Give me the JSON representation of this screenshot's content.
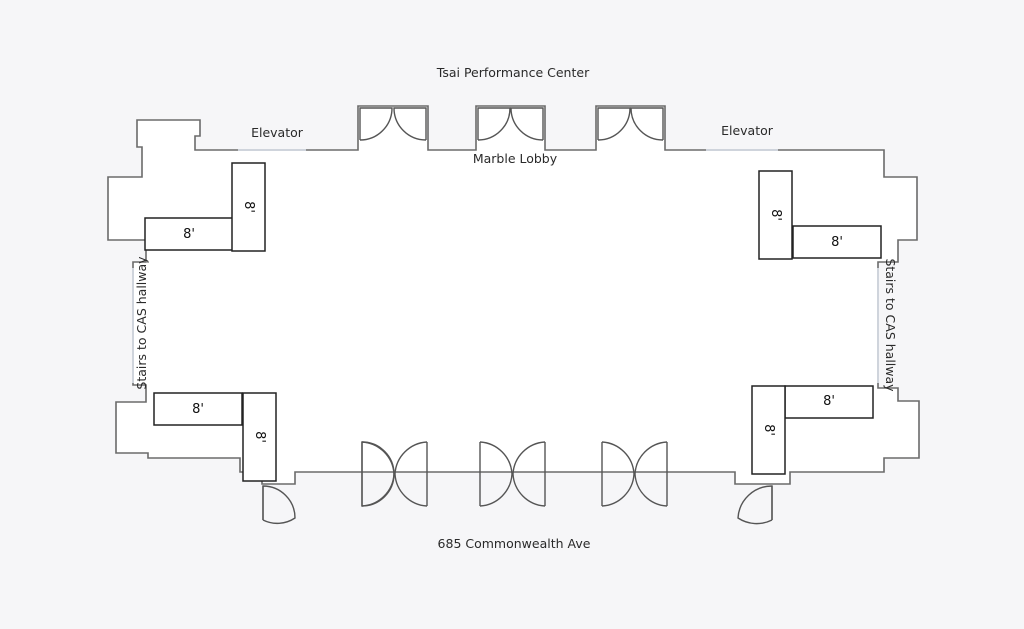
{
  "labels": {
    "top_building": "Tsai Performance Center",
    "lobby": "Marble Lobby",
    "elevator_left": "Elevator",
    "elevator_right": "Elevator",
    "stairs_left": "Stairs to CAS hallway",
    "stairs_right": "Stairs to CAS hallway",
    "street": "685 Commonwealth Ave"
  },
  "tables": [
    {
      "id": "table-upper-left-horizontal",
      "label": "8'"
    },
    {
      "id": "table-upper-left-vertical",
      "label": "8'"
    },
    {
      "id": "table-upper-right-vertical",
      "label": "8'"
    },
    {
      "id": "table-upper-right-horizontal",
      "label": "8'"
    },
    {
      "id": "table-lower-left-horizontal",
      "label": "8'"
    },
    {
      "id": "table-lower-left-vertical",
      "label": "8'"
    },
    {
      "id": "table-lower-right-horizontal",
      "label": "8'"
    },
    {
      "id": "table-lower-right-vertical",
      "label": "8'"
    }
  ],
  "colors": {
    "background": "#f6f6f8",
    "wall": "#6b6b6b",
    "table_outline": "#222222",
    "opening": "#cfd4dc"
  }
}
